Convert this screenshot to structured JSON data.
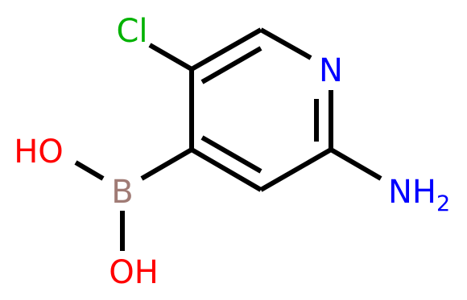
{
  "molecule": {
    "atoms": {
      "cl": {
        "label": "Cl",
        "color": "#00b200"
      },
      "n": {
        "label": "N",
        "color": "#0000ff"
      },
      "nh2": {
        "label": "NH",
        "subscript": "2",
        "color": "#0000ff"
      },
      "b": {
        "label": "B",
        "color": "#a07b75"
      },
      "oh_top": {
        "label": "HO",
        "color": "#ff0000"
      },
      "oh_bottom": {
        "label": "OH",
        "color": "#ff0000"
      }
    },
    "bond_color": "#000000"
  }
}
